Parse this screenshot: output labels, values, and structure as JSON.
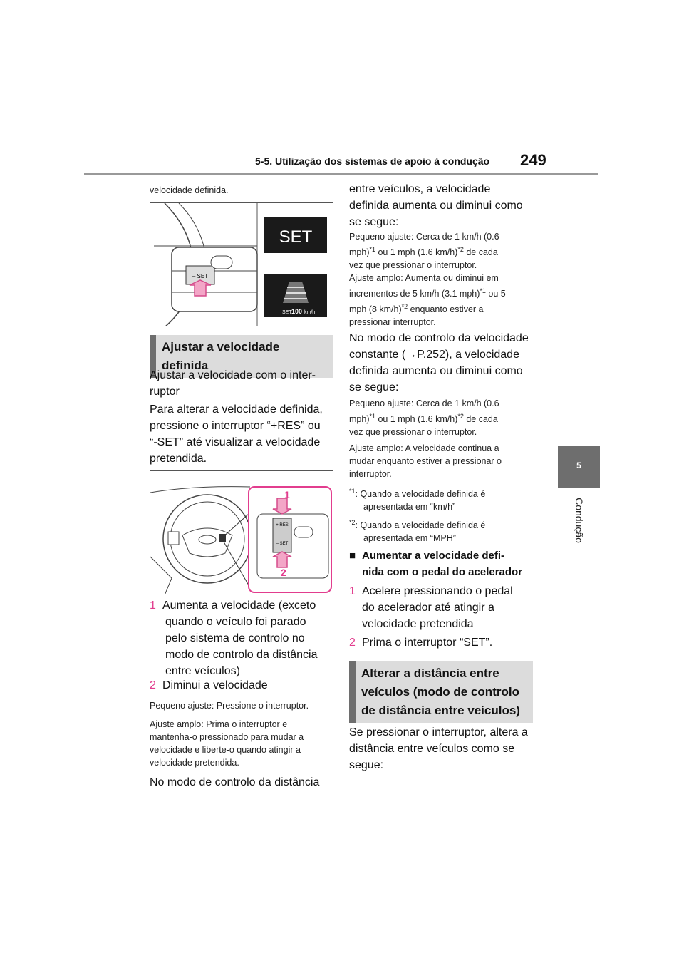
{
  "header": {
    "section_title": "5-5. Utilização dos sistemas de apoio à condução",
    "page_number": "249"
  },
  "side": {
    "chapter_number": "5",
    "chapter_label": "Condução"
  },
  "col1": {
    "intro": "velocidade definida.",
    "figure1": {
      "switch_label": "– SET",
      "display_big": "SET",
      "display_small_set": "SET",
      "display_speed": "100",
      "display_unit": "km/h"
    },
    "section1_title": "Ajustar a velocidade definida",
    "p1": "Ajustar a velocidade com o inter-ruptor",
    "p1a": "Ajustar a velocidade com o inter-",
    "p1b": "ruptor",
    "p2a": "Para alterar a velocidade definida,",
    "p2b": "pressione o interruptor “+RES” ou",
    "p2c": "“-SET” até visualizar a velocidade",
    "p2d": "pretendida.",
    "figure2": {
      "label1": "1",
      "label2": "2",
      "res_label": "+ RES",
      "set_label": "– SET"
    },
    "item1_num": "1",
    "item1_a": "Aumenta a velocidade (exceto",
    "item1_b": "quando o veículo foi parado",
    "item1_c": "pelo sistema de controlo no",
    "item1_d": "modo de controlo da distância",
    "item1_e": "entre veículos)",
    "item2_num": "2",
    "item2": "Diminui a velocidade",
    "small1": "Pequeno ajuste: Pressione o interruptor.",
    "small2a": "Ajuste amplo: Prima o interruptor e",
    "small2b": "mantenha-o pressionado para mudar a",
    "small2c": "velocidade e liberte-o quando atingir a",
    "small2d": "velocidade pretendida.",
    "p3": "No modo de controlo da distância"
  },
  "col2": {
    "p1a": "entre veículos, a velocidade",
    "p1b": "definida aumenta ou diminui como",
    "p1c": "se segue:",
    "s1a": "Pequeno ajuste: Cerca de 1 km/h (0.6",
    "s1b_pre": "mph)",
    "s1b_mid": " ou 1 mph (1.6 km/h)",
    "s1b_post": " de cada",
    "s1c": "vez que pressionar o interruptor.",
    "s1d": "Ajuste amplo: Aumenta ou diminui em",
    "s1e_pre": "incrementos de 5 km/h (3.1 mph)",
    "s1e_post": " ou 5",
    "s1f_pre": "mph (8 km/h)",
    "s1f_post": " enquanto estiver a",
    "s1g": "pressionar interruptor.",
    "p2a": "No modo de controlo da velocidade",
    "p2b": "constante (→P.252), a velocidade",
    "p2c": "definida aumenta ou diminui como",
    "p2d": "se segue:",
    "s2a": "Pequeno ajuste: Cerca de 1 km/h (0.6",
    "s2b_pre": "mph)",
    "s2b_mid": " ou 1 mph (1.6 km/h)",
    "s2b_post": " de cada",
    "s2c": "vez que pressionar o interruptor.",
    "s3a": "Ajuste amplo: A velocidade continua a",
    "s3b": "mudar enquanto estiver a pressionar o",
    "s3c": "interruptor.",
    "sup1": "*1",
    "sup2": "*2",
    "fn1_mark": "*1",
    "fn1_a": ": Quando a velocidade definida é",
    "fn1_b": "apresentada em “km/h”",
    "fn2_mark": "*2",
    "fn2_a": ": Quando a velocidade definida é",
    "fn2_b": "apresentada em “MPH”",
    "bullet": "■",
    "h1a": "Aumentar a velocidade defi-",
    "h1b": "nida com o pedal do acelerador",
    "st1_num": "1",
    "st1_a": "Acelere pressionando o pedal",
    "st1_b": "do acelerador até atingir a",
    "st1_c": "velocidade pretendida",
    "st2_num": "2",
    "st2": "Prima o interruptor “SET”.",
    "section2_a": "Alterar a distância entre",
    "section2_b": "veículos (modo de controlo",
    "section2_c": "de distância entre veículos)",
    "p4a": "Se pressionar o interruptor, altera a",
    "p4b": "distância entre veículos como se",
    "p4c": "segue:"
  }
}
